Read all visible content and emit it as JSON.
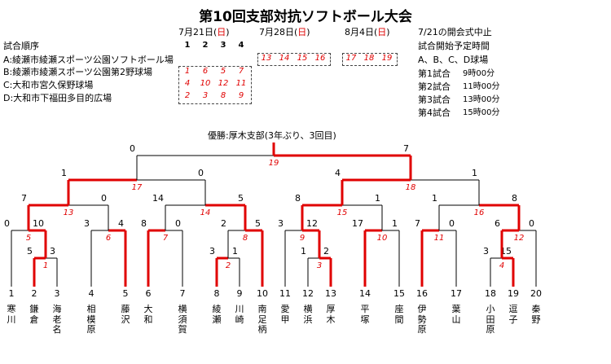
{
  "title": "第10回支部対抗ソフトボール大会",
  "dates": [
    {
      "label": "7月21日(",
      "day": "日",
      "close": ")"
    },
    {
      "label": "7月28日(",
      "day": "日",
      "close": ")"
    },
    {
      "label": "8月4日(",
      "day": "日",
      "close": ")"
    }
  ],
  "note_line1": "7/21の開会式中止",
  "note_line2": "試合開始予定時間",
  "note_line3": "A、B、C、D球場",
  "schedule_times": [
    {
      "label": "第1試合",
      "time": "9時00分"
    },
    {
      "label": "第2試合",
      "time": "11時00分"
    },
    {
      "label": "第3試合",
      "time": "13時00分"
    },
    {
      "label": "第4試合",
      "time": "15時00分"
    }
  ],
  "order_title": "試合順序",
  "venues": [
    "A:綾瀬市綾瀬スポーツ公園ソフトボール場",
    "B:綾瀬市綾瀬スポーツ公園第2野球場",
    "C:大和市宮久保野球場",
    "D:大和市下福田多目的広場"
  ],
  "grid_headers": [
    "1",
    "2",
    "3",
    "4"
  ],
  "grid1": [
    [
      "1",
      "6",
      "5",
      "7"
    ],
    [
      "4",
      "10",
      "12",
      "11"
    ],
    [
      "2",
      "3",
      "8",
      "9"
    ]
  ],
  "grid2": [
    "13",
    "14",
    "15",
    "16"
  ],
  "grid3": [
    "17",
    "18",
    "19"
  ],
  "winner": "優勝:厚木支部(3年ぶり、3回目)",
  "teams": [
    {
      "num": "1",
      "name": "寒川"
    },
    {
      "num": "2",
      "name": "鎌倉"
    },
    {
      "num": "3",
      "name": "海老名"
    },
    {
      "num": "4",
      "name": "相模原"
    },
    {
      "num": "5",
      "name": "藤沢"
    },
    {
      "num": "6",
      "name": "大和"
    },
    {
      "num": "7",
      "name": "横須賀"
    },
    {
      "num": "8",
      "name": "綾瀬"
    },
    {
      "num": "9",
      "name": "川崎"
    },
    {
      "num": "10",
      "name": "南足柄"
    },
    {
      "num": "11",
      "name": "愛甲"
    },
    {
      "num": "12",
      "name": "横浜"
    },
    {
      "num": "13",
      "name": "厚木"
    },
    {
      "num": "14",
      "name": "平塚"
    },
    {
      "num": "15",
      "name": "座間"
    },
    {
      "num": "16",
      "name": "伊勢原"
    },
    {
      "num": "17",
      "name": "葉山"
    },
    {
      "num": "18",
      "name": "小田原"
    },
    {
      "num": "19",
      "name": "逗子"
    },
    {
      "num": "20",
      "name": "秦野"
    }
  ],
  "scores": {
    "m1": [
      "5",
      "3"
    ],
    "m2": [
      "3",
      "1"
    ],
    "m3": [
      "1",
      "2"
    ],
    "m4": [
      "3",
      "15"
    ],
    "m5": [
      "0",
      "10"
    ],
    "m6": [
      "3",
      "4"
    ],
    "m7": [
      "8",
      "0"
    ],
    "m8": [
      "2",
      "5"
    ],
    "m9": [
      "3",
      "12"
    ],
    "m10": [
      "17",
      "1"
    ],
    "m11": [
      "7",
      "0"
    ],
    "m12": [
      "6",
      "0"
    ],
    "m13": [
      "7",
      "0"
    ],
    "m14": [
      "14",
      "5"
    ],
    "m15": [
      "8",
      "1"
    ],
    "m16": [
      "1",
      "8"
    ],
    "m17": [
      "1",
      "0"
    ],
    "m18": [
      "4",
      "1"
    ],
    "m19": [
      "0",
      "7"
    ]
  },
  "colors": {
    "win_line": "#e00000",
    "loss_line": "#000000",
    "game_number": "#e00000"
  }
}
